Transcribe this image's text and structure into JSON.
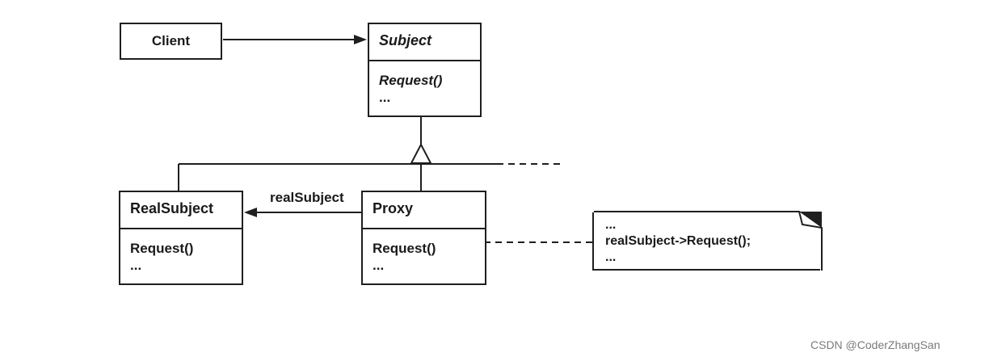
{
  "diagram": {
    "client": {
      "name": "Client"
    },
    "subject": {
      "name": "Subject",
      "operation": "Request()",
      "more": "..."
    },
    "real_subject": {
      "name": "RealSubject",
      "operation": "Request()",
      "more": "..."
    },
    "proxy": {
      "name": "Proxy",
      "operation": "Request()",
      "more": "..."
    },
    "association_label": "realSubject",
    "note": {
      "line1": "...",
      "line2": "realSubject->Request();",
      "line3": "..."
    }
  },
  "watermark": "CSDN @CoderZhangSan",
  "colors": {
    "line": "#1f1f1f",
    "background": "#ffffff",
    "watermark": "#7a7a7a"
  }
}
